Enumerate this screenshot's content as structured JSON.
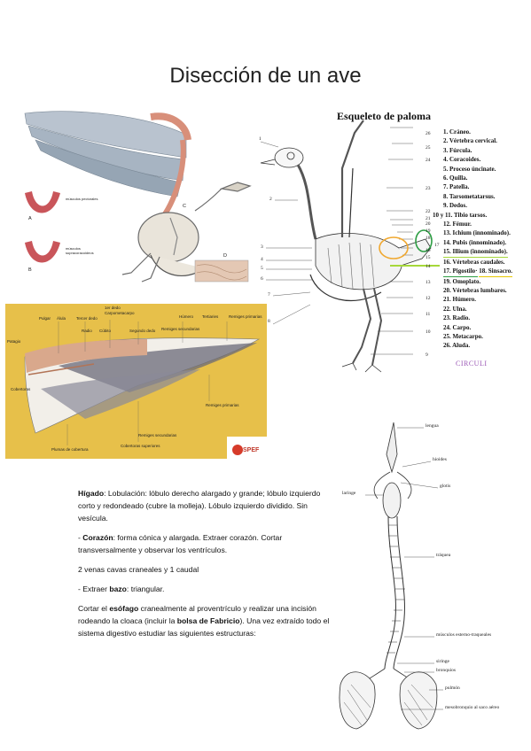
{
  "title": "Disección de un ave",
  "fig1": {
    "labels": [
      "A",
      "B",
      "C",
      "D"
    ],
    "muscle_label_a": "músculos pectorales",
    "muscle_label_b": "músculos supracoracoideos"
  },
  "fig2": {
    "top_labels": [
      "Pulgar",
      "Álula",
      "Tercer dedo",
      "Carpometacarpo",
      "Radio",
      "Cúbito",
      "Segundo dedo",
      "1er dedo",
      "Húmero",
      "Tertiaries",
      "Remiges primarias",
      "Remiges secundarias"
    ],
    "bottom_labels": [
      "Plumas de cobertura",
      "Cobertoras superiores",
      "Remiges secundarias",
      "Remiges primarias"
    ],
    "side_labels": [
      "Cobertoras",
      "Patagio"
    ]
  },
  "skeleton": {
    "title": "Esqueleto de paloma",
    "legend": [
      "1. Cráneo.",
      "2. Vértebra cervical.",
      "3. Fúrcula.",
      "4. Coracoides.",
      "5. Proceso úncinate.",
      "6. Quilla.",
      "7. Patella.",
      "8. Tarsometatarsus.",
      "9. Dedos.",
      "10 y 11. Tibio tarsos.",
      "12. Fémur.",
      "13. Ichium (innominado).",
      "14. Pubis (innominado).",
      "15. Illium (innominado).",
      "16. Vértebras caudales.",
      "17. Pigostilo·",
      "18. Sinsacro.",
      "19. Omoplato.",
      "20. Vértebras lumbares.",
      "21. Húmero.",
      "22. Ulna.",
      "23. Radio.",
      "24. Carpo.",
      "25. Metacarpo.",
      "26. Aluda."
    ],
    "number_labels": [
      "26",
      "25",
      "24",
      "23",
      "22",
      "21",
      "20",
      "19",
      "18",
      "17",
      "16",
      "15",
      "14",
      "13",
      "12",
      "11",
      "10",
      "9",
      "1",
      "2",
      "3",
      "4",
      "5",
      "6",
      "7",
      "8"
    ],
    "ref_mark": "CIRCULI",
    "highlight_colors": {
      "orange": "#f0a830",
      "green": "#2e9e44",
      "lime": "#a6d83a",
      "yellow": "#e8c800"
    }
  },
  "respiratory": {
    "labels": [
      "lengua",
      "hioides",
      "laringe",
      "glotis",
      "tráquea",
      "músculos esterno-traqueales",
      "siringe",
      "bronquios",
      "pulmón",
      "mesobronquio al saco aéreo"
    ]
  },
  "text": {
    "p1_bold": "Hígado",
    "p1_rest": ": Lobulación: lóbulo derecho alargado y grande; lóbulo izquierdo corto y redondeado (cubre la molleja). Lóbulo izquierdo dividido. Sin vesícula.",
    "p2_pre": "- ",
    "p2_bold": "Corazón",
    "p2_rest": ": forma cónica y alargada. Extraer corazón. Cortar transversalmente y observar los ventrículos.",
    "p3": "2 venas cavas craneales y 1 caudal",
    "p4_pre": "- Extraer ",
    "p4_bold": "bazo",
    "p4_rest": ": triangular.",
    "p5_a": "Cortar el ",
    "p5_bold1": "esófago",
    "p5_b": " cranealmente al proventrículo y realizar una incisión rodeando la cloaca (incluir la ",
    "p5_bold2": "bolsa de Fabricio",
    "p5_c": "). Una vez extraído todo el sistema digestivo estudiar las siguientes estructuras:"
  },
  "logo": "SPEF"
}
